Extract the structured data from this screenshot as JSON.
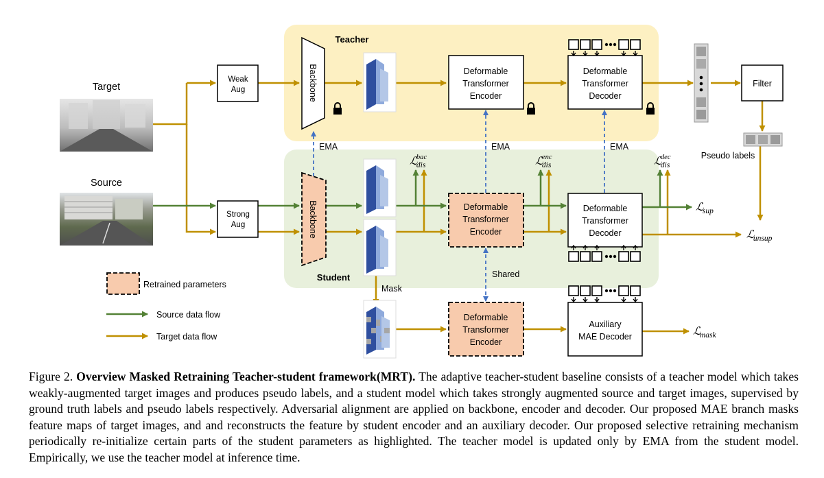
{
  "diagram": {
    "labels": {
      "target": "Target",
      "source": "Source",
      "teacher": "Teacher",
      "student": "Student",
      "weak_aug": [
        "Weak",
        "Aug"
      ],
      "strong_aug": [
        "Strong",
        "Aug"
      ],
      "backbone": "Backbone",
      "dte": [
        "Deformable",
        "Transformer",
        "Encoder"
      ],
      "dtd": [
        "Deformable",
        "Transformer",
        "Decoder"
      ],
      "aux": [
        "Auxiliary",
        "MAE Decoder"
      ],
      "filter": "Filter",
      "pseudo_labels": "Pseudo labels",
      "ema": "EMA",
      "shared": "Shared",
      "mask": "Mask"
    },
    "losses": {
      "sup": {
        "base": "ℒ",
        "sub": "sup"
      },
      "unsup": {
        "base": "ℒ",
        "sub": "unsup"
      },
      "mask": {
        "base": "ℒ",
        "sub": "mask"
      },
      "dis_bac": {
        "base": "ℒ",
        "sub": "dis",
        "sup": "bac"
      },
      "dis_enc": {
        "base": "ℒ",
        "sub": "dis",
        "sup": "enc"
      },
      "dis_dec": {
        "base": "ℒ",
        "sub": "dis",
        "sup": "dec"
      }
    },
    "legend": {
      "retrained": "Retrained parameters",
      "source_flow": "Source data flow",
      "target_flow": "Target data flow"
    },
    "colors": {
      "teacher_bg": "#fdf0c2",
      "student_bg": "#e8f0dc",
      "retrained_fill": "#f8cbad",
      "source_arrow": "#538135",
      "target_arrow": "#bf9000",
      "ema_arrow": "#4472c4",
      "feature_dark": "#2f4f9f",
      "feature_light": "#b4c7e7"
    }
  },
  "caption": {
    "prefix": "Figure 2. ",
    "title": "Overview Masked Retraining Teacher-student framework(MRT).",
    "body": " The adaptive teacher-student baseline consists of a teacher model which takes weakly-augmented target images and produces pseudo labels, and a student model which takes strongly augmented source and target images, supervised by ground truth labels and pseudo labels respectively. Adversarial alignment are applied on backbone, encoder and decoder. Our proposed MAE branch masks feature maps of target images, and and reconstructs the feature by student encoder and an auxiliary decoder. Our proposed selective retraining mechanism periodically re-initialize certain parts of the student parameters as highlighted. The teacher model is updated only by EMA from the student model. Empirically, we use the teacher model at inference time."
  }
}
